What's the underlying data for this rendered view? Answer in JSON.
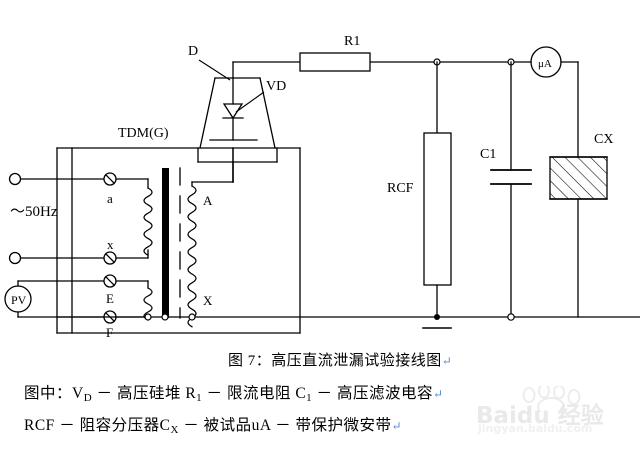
{
  "figure": {
    "type": "electrical-schematic",
    "caption": "图 7：高压直流泄漏试验接线图",
    "legend_line_1_prefix": "图中：",
    "legend_line_1": "图中：VD － 高压硅堆 R1 － 限流电阻 C1 － 高压滤波电容",
    "legend_line_2": "RCF － 阻容分压器CX － 被试品uA － 带保护微安带",
    "legend_items": [
      {
        "symbol": "VD",
        "symbol_base": "V",
        "symbol_sub": "D",
        "dash": "－",
        "desc": "高压硅堆"
      },
      {
        "symbol": "R1",
        "symbol_base": "R",
        "symbol_sub": "1",
        "dash": "－",
        "desc": "限流电阻"
      },
      {
        "symbol": "C1",
        "symbol_base": "C",
        "symbol_sub": "1",
        "dash": "－",
        "desc": "高压滤波电容"
      },
      {
        "symbol": "RCF",
        "symbol_base": "RCF",
        "symbol_sub": "",
        "dash": "－",
        "desc": "阻容分压器"
      },
      {
        "symbol": "CX",
        "symbol_base": "C",
        "symbol_sub": "X",
        "dash": "－",
        "desc": "被试品"
      },
      {
        "symbol": "uA",
        "symbol_base": "uA",
        "symbol_sub": "",
        "dash": "－",
        "desc": "带保护微安带"
      }
    ]
  },
  "labels": {
    "source": "～50Hz",
    "voltmeter": "PV",
    "regulator": "TDM(G)",
    "terminal_a": "a",
    "terminal_x": "x",
    "terminal_E": "E",
    "terminal_F": "F",
    "hv_winding_top": "A",
    "hv_winding_bottom": "X",
    "silicon_stack_pointer": "D",
    "diode": "VD",
    "resistor": "R1",
    "divider": "RCF",
    "filter_cap": "C1",
    "test_object": "CX",
    "microammeter": "μA"
  },
  "colors": {
    "line": "#000000",
    "background": "#ffffff",
    "text": "#000000",
    "watermark": "#e9e9e9",
    "pilcrow": "#5b8ad0"
  },
  "watermark": {
    "main": "Baidu 经验",
    "sub": "jingyan.baidu.com"
  }
}
